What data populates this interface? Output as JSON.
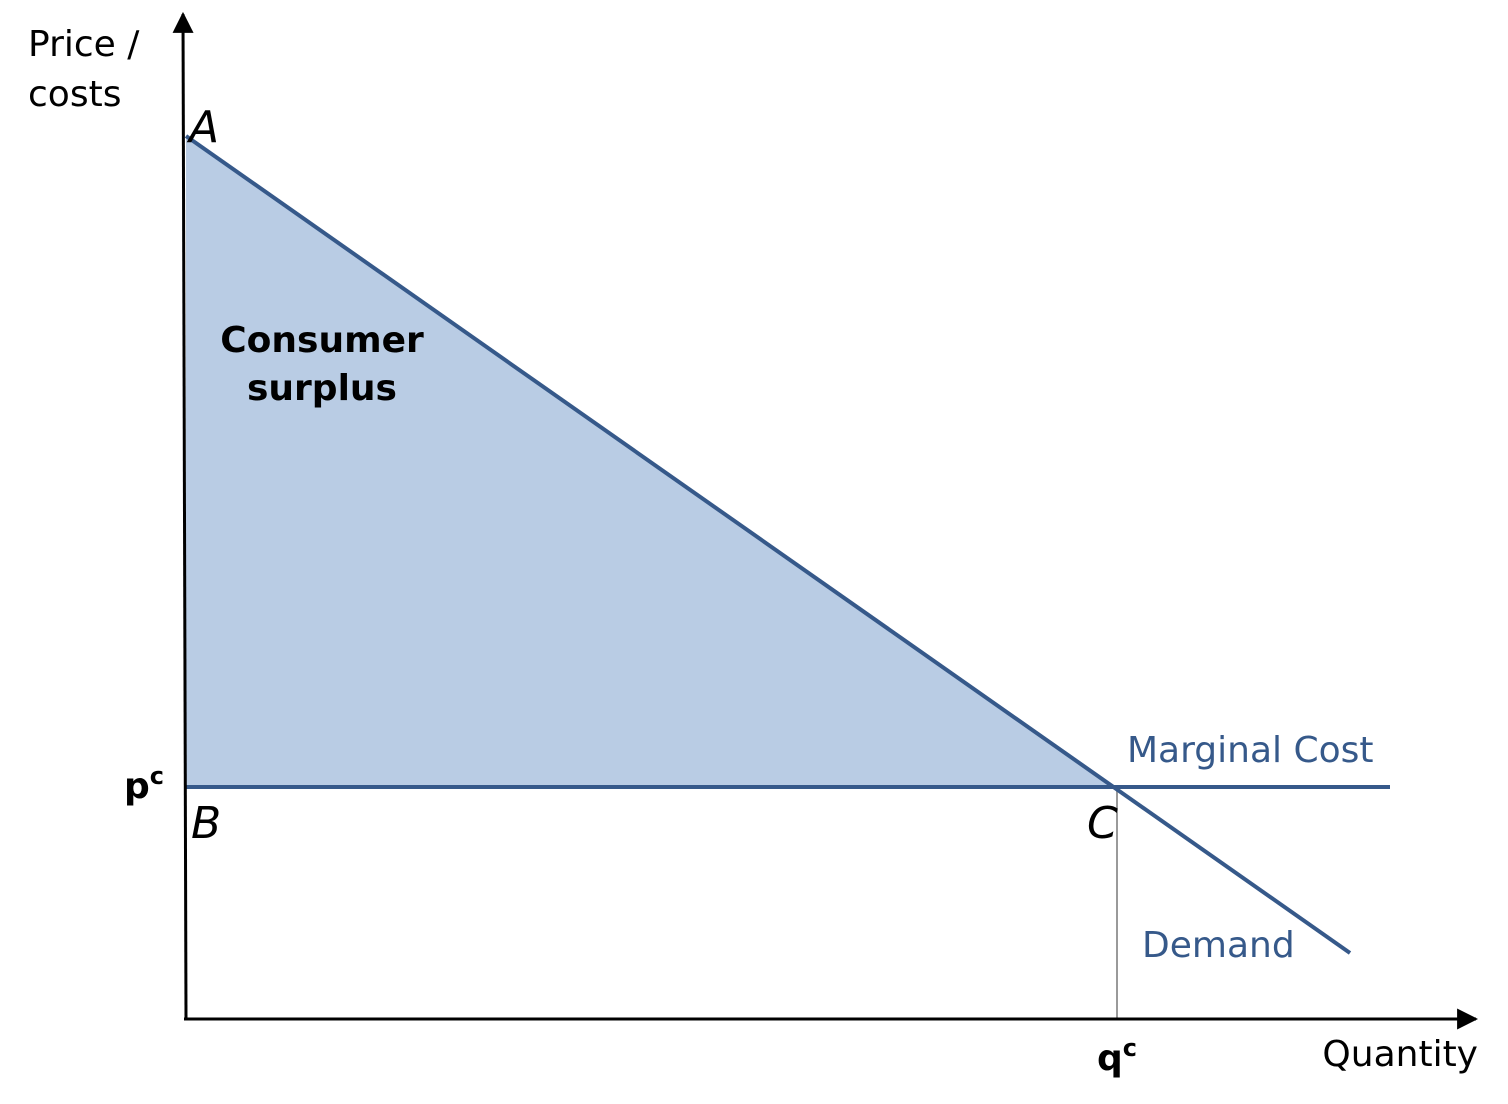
{
  "axes": {
    "y_label_line1": "Price /",
    "y_label_line2": "costs",
    "x_label": "Quantity"
  },
  "points": {
    "a": "A",
    "b": "B",
    "c": "C"
  },
  "region": {
    "line1": "Consumer",
    "line2": "surplus"
  },
  "curves": {
    "marginal_cost": "Marginal Cost",
    "demand": "Demand"
  },
  "ticks": {
    "price_base": "p",
    "price_sup": "c",
    "quantity_base": "q",
    "quantity_sup": "c"
  },
  "colors": {
    "curve": "#36598a",
    "fill": "#b9cce4",
    "axis": "#000000",
    "guide": "#9a9a9a",
    "curve_label": "#36598a"
  }
}
